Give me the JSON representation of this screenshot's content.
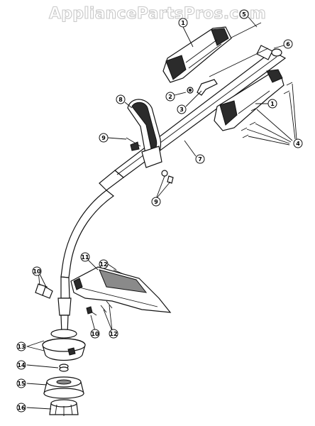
{
  "watermark": "AppliancePartsPros.com",
  "callouts": [
    {
      "id": "c1a",
      "label": "1"
    },
    {
      "id": "c5",
      "label": "5"
    },
    {
      "id": "c6",
      "label": "6"
    },
    {
      "id": "c2",
      "label": "2"
    },
    {
      "id": "c3",
      "label": "3"
    },
    {
      "id": "c1b",
      "label": "1"
    },
    {
      "id": "c8",
      "label": "8"
    },
    {
      "id": "c4",
      "label": "4"
    },
    {
      "id": "c9a",
      "label": "9"
    },
    {
      "id": "c7",
      "label": "7"
    },
    {
      "id": "c9b",
      "label": "9"
    },
    {
      "id": "c11",
      "label": "11"
    },
    {
      "id": "c12a",
      "label": "12"
    },
    {
      "id": "c10a",
      "label": "10"
    },
    {
      "id": "c10b",
      "label": "10"
    },
    {
      "id": "c12b",
      "label": "12"
    },
    {
      "id": "c13",
      "label": "13"
    },
    {
      "id": "c14",
      "label": "14"
    },
    {
      "id": "c15",
      "label": "15"
    },
    {
      "id": "c16",
      "label": "16"
    }
  ]
}
